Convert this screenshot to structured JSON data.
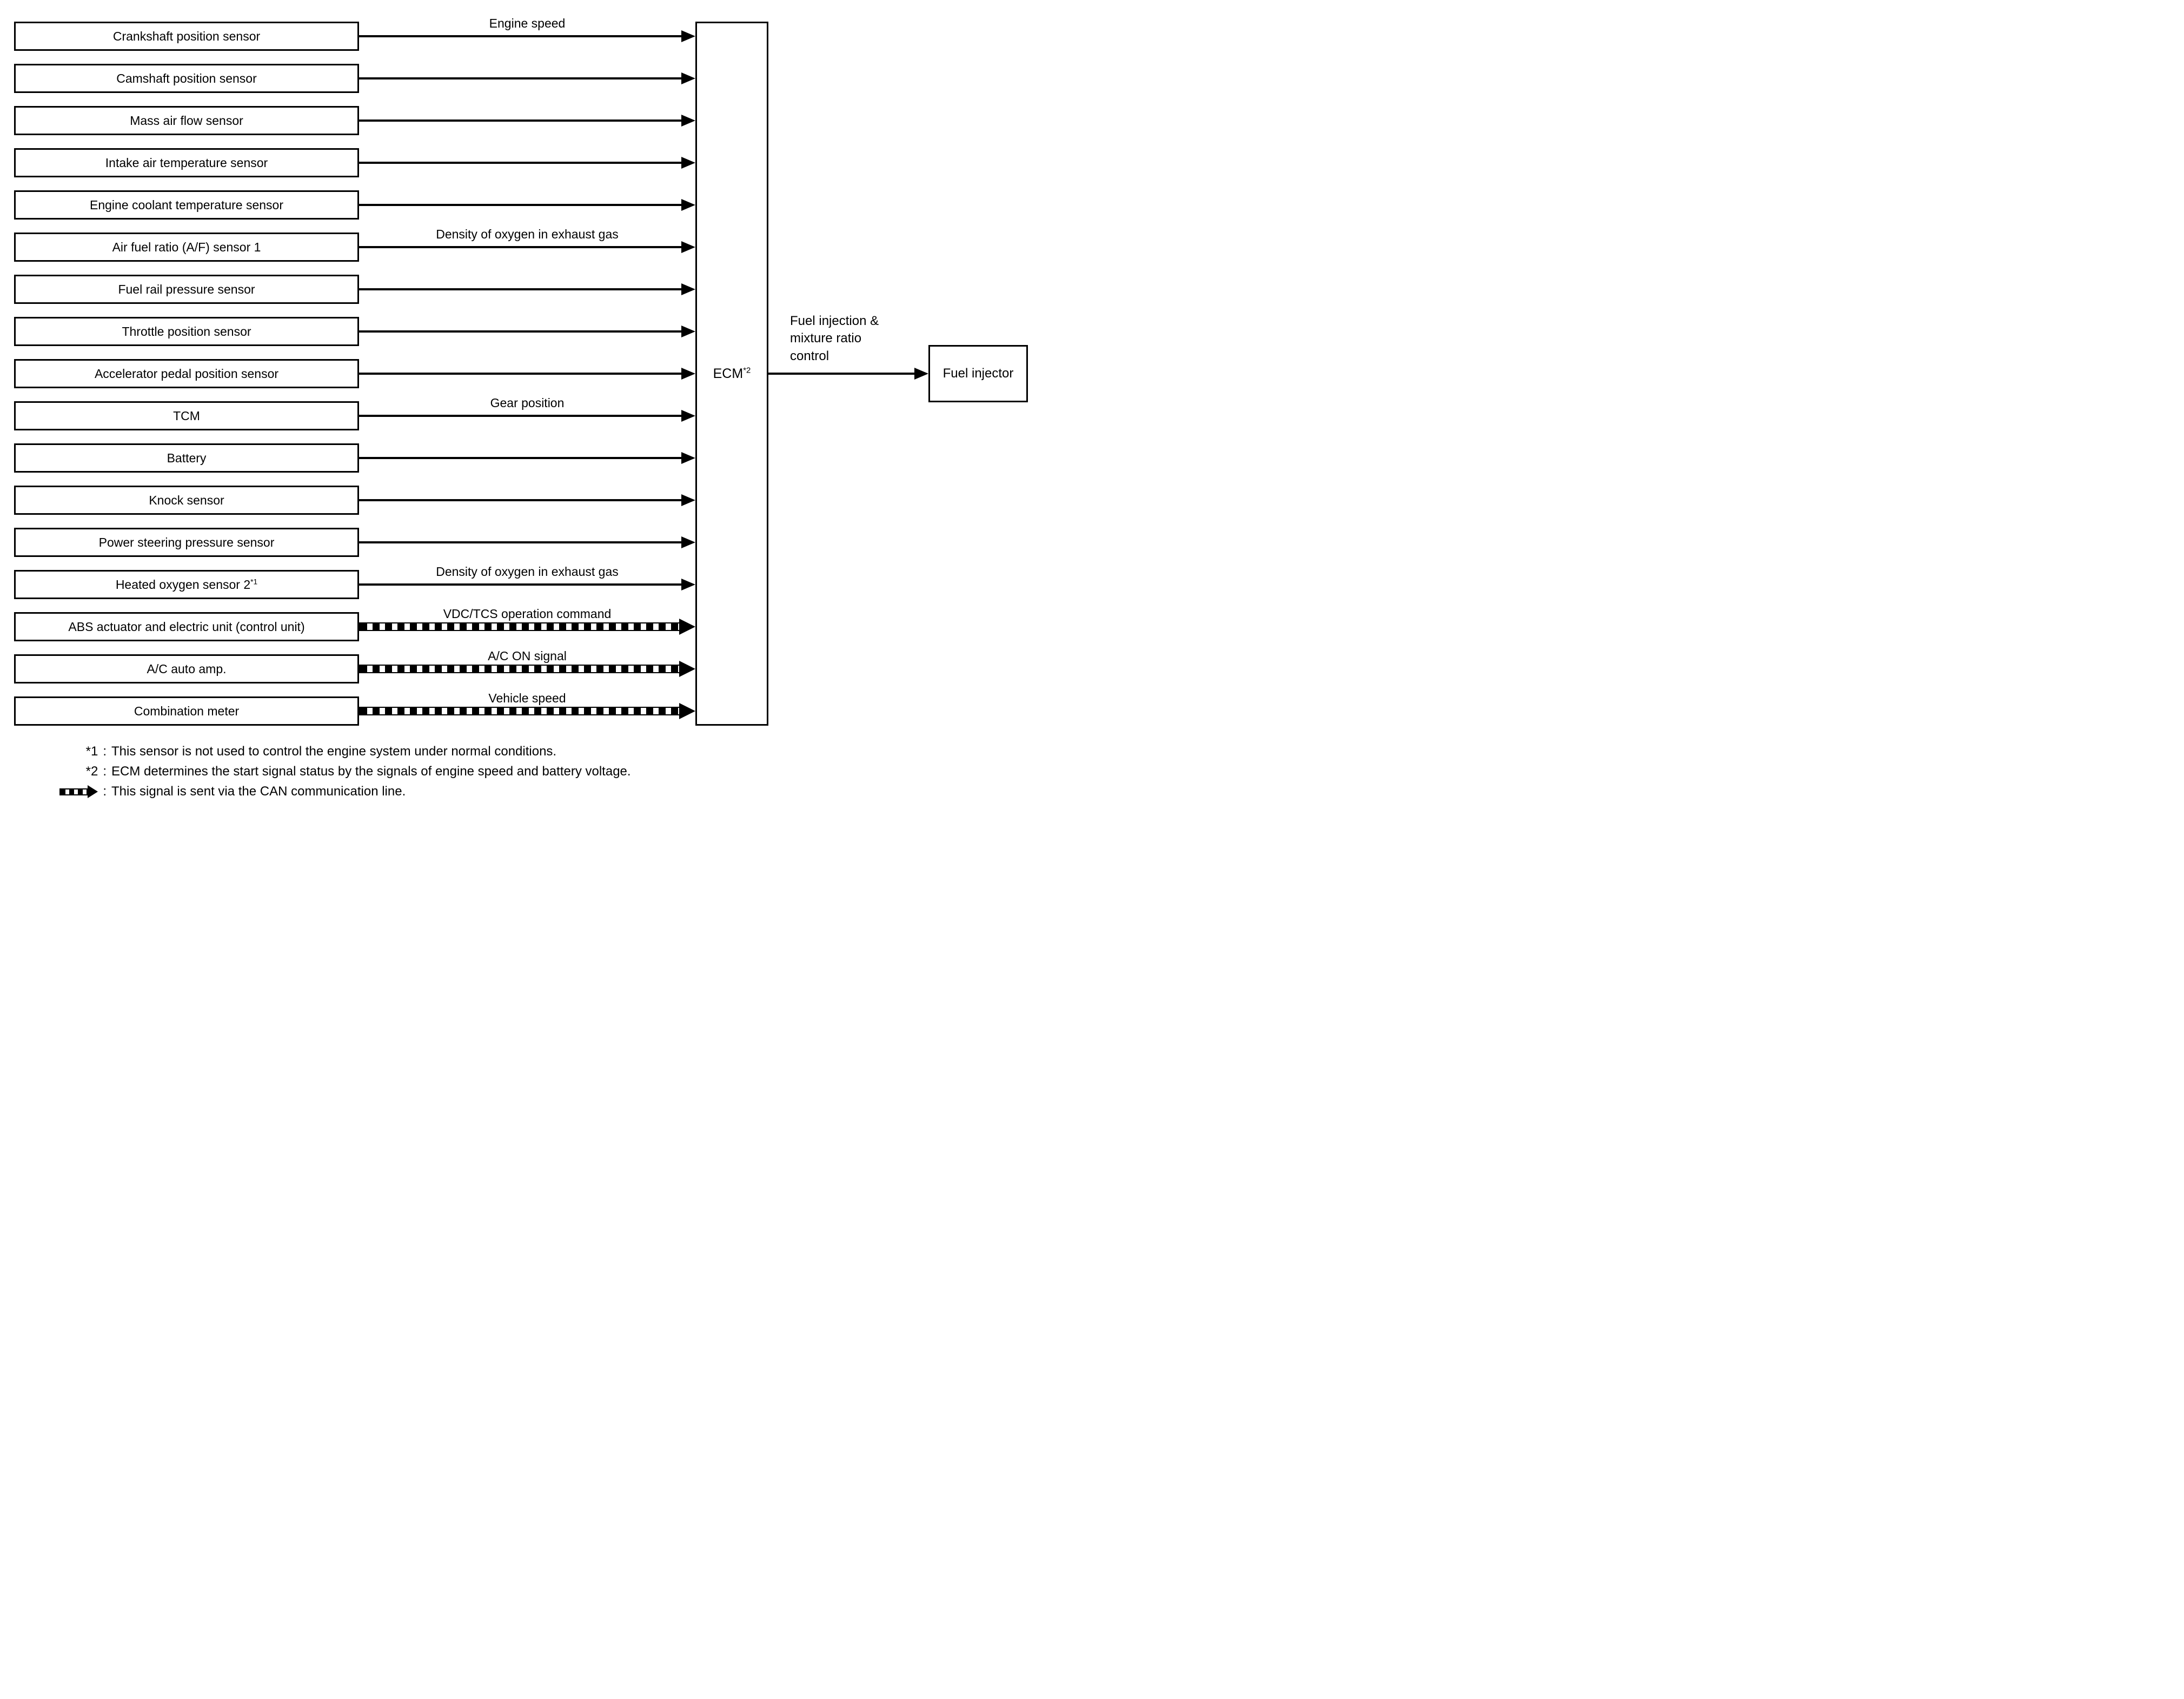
{
  "colors": {
    "line": "#000000",
    "background": "#ffffff"
  },
  "diagram": {
    "sensors": [
      {
        "label": "Crankshaft position sensor",
        "signal": "Engine speed",
        "arrow": "solid"
      },
      {
        "label": "Camshaft position sensor",
        "arrow": "solid"
      },
      {
        "label": "Mass air flow sensor",
        "arrow": "solid"
      },
      {
        "label": "Intake air temperature sensor",
        "arrow": "solid"
      },
      {
        "label": "Engine coolant temperature sensor",
        "arrow": "solid"
      },
      {
        "label": "Air fuel ratio (A/F) sensor 1",
        "signal": "Density of oxygen in exhaust gas",
        "arrow": "solid"
      },
      {
        "label": "Fuel rail pressure sensor",
        "arrow": "solid"
      },
      {
        "label": "Throttle position sensor",
        "arrow": "solid"
      },
      {
        "label": "Accelerator pedal position sensor",
        "arrow": "solid"
      },
      {
        "label": "TCM",
        "signal": "Gear position",
        "arrow": "solid"
      },
      {
        "label": "Battery",
        "arrow": "solid"
      },
      {
        "label": "Knock sensor",
        "arrow": "solid"
      },
      {
        "label": "Power steering pressure sensor",
        "arrow": "solid"
      },
      {
        "label": "Heated oxygen sensor 2",
        "label_sup": "*1",
        "signal": "Density of oxygen in exhaust gas",
        "arrow": "solid"
      },
      {
        "label": "ABS actuator and electric unit (control unit)",
        "signal": "VDC/TCS operation command",
        "arrow": "can"
      },
      {
        "label": "A/C auto amp.",
        "signal": "A/C ON signal",
        "arrow": "can"
      },
      {
        "label": "Combination meter",
        "signal": "Vehicle speed",
        "arrow": "can"
      }
    ],
    "ecm": {
      "label": "ECM",
      "sup": "*2"
    },
    "output": {
      "label": "Fuel injection &\nmixture ratio\ncontrol",
      "target": "Fuel injector"
    }
  },
  "footnotes": [
    {
      "marker": "*1",
      "colon": ":",
      "text": "This sensor is not used to control the engine system under normal conditions."
    },
    {
      "marker": "*2",
      "colon": ":",
      "text": "ECM determines the start signal status by the signals of engine speed and battery voltage."
    },
    {
      "icon": "can-arrow",
      "colon": ":",
      "text": "This signal is sent via the CAN communication line."
    }
  ]
}
